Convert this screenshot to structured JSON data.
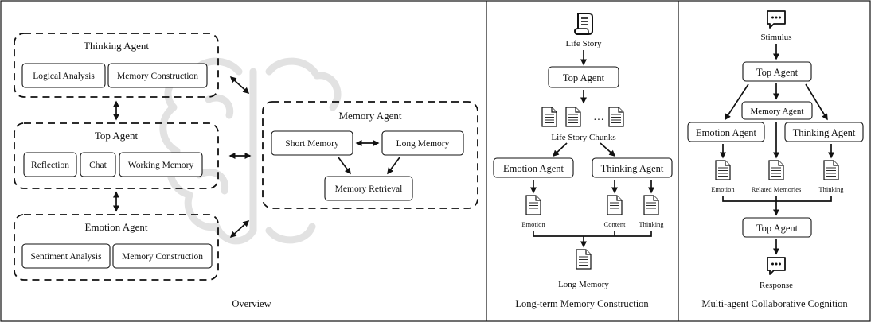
{
  "overview": {
    "caption": "Overview",
    "thinking_agent": {
      "title": "Thinking Agent",
      "items": [
        "Logical Analysis",
        "Memory Construction"
      ]
    },
    "top_agent": {
      "title": "Top Agent",
      "items": [
        "Reflection",
        "Chat",
        "Working Memory"
      ]
    },
    "emotion_agent": {
      "title": "Emotion Agent",
      "items": [
        "Sentiment Analysis",
        "Memory Construction"
      ]
    },
    "memory_agent": {
      "title": "Memory Agent",
      "short": "Short Memory",
      "long": "Long Memory",
      "retrieval": "Memory Retrieval"
    }
  },
  "long_term": {
    "caption": "Long-term Memory Construction",
    "life_story": "Life Story",
    "top_agent": "Top Agent",
    "ellipsis": "···",
    "chunks": "Life Story Chunks",
    "emotion_agent": "Emotion Agent",
    "thinking_agent": "Thinking Agent",
    "doc_emotion": "Emotion",
    "doc_content": "Content",
    "doc_thinking": "Thinking",
    "long_memory": "Long Memory"
  },
  "multi_agent": {
    "caption": "Multi-agent Collaborative Cognition",
    "stimulus": "Stimulus",
    "top_agent_1": "Top Agent",
    "memory_agent": "Memory Agent",
    "emotion_agent": "Emotion Agent",
    "thinking_agent": "Thinking Agent",
    "doc_emotion": "Emotion",
    "doc_related": "Related Memories",
    "doc_thinking": "Thinking",
    "top_agent_2": "Top Agent",
    "response": "Response"
  },
  "icons": {
    "bubble": "speech-bubble-icon",
    "scroll": "scroll-icon",
    "document": "document-icon"
  }
}
